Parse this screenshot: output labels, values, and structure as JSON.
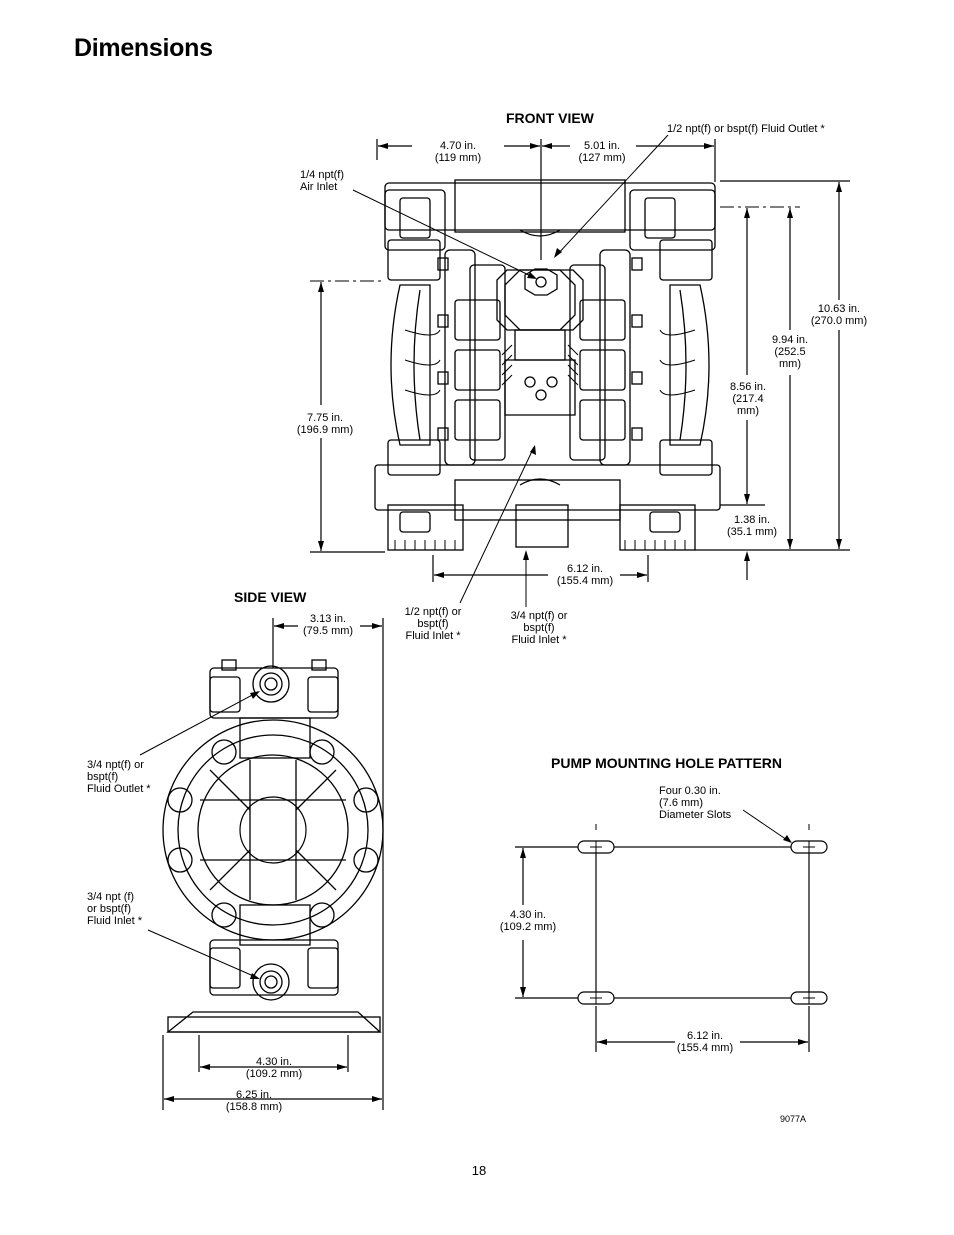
{
  "page": {
    "title": "Dimensions",
    "page_number": "18",
    "figure_id": "9077A"
  },
  "front_view": {
    "heading": "FRONT VIEW",
    "dim_left_width": "4.70 in.\n(119 mm)",
    "dim_right_width": "5.01 in.\n(127 mm)",
    "fluid_outlet": "1/2 npt(f) or bspt(f) Fluid Outlet *",
    "air_inlet": "1/4 npt(f)\nAir Inlet",
    "dim_total_height": "10.63 in.\n(270.0 mm)",
    "dim_height_2": "9.94 in.\n(252.5\nmm)",
    "dim_height_3": "8.56 in.\n(217.4\nmm)",
    "dim_left_height": "7.75 in.\n(196.9 mm)",
    "dim_base_height": "1.38 in.\n(35.1 mm)",
    "dim_base_width": "6.12 in.\n(155.4 mm)",
    "fluid_inlet_half": "1/2 npt(f) or\nbspt(f)\nFluid Inlet *",
    "fluid_inlet_three_quarter": "3/4 npt(f) or\nbspt(f)\nFluid Inlet *"
  },
  "side_view": {
    "heading": "SIDE VIEW",
    "dim_top": "3.13 in.\n(79.5 mm)",
    "fluid_outlet": "3/4 npt(f) or\nbspt(f)\nFluid Outlet *",
    "fluid_inlet": "3/4 npt (f)\nor bspt(f)\nFluid Inlet *",
    "dim_base_inner": "4.30 in.\n(109.2 mm)",
    "dim_base_outer": "6.25 in.\n(158.8 mm)"
  },
  "mounting_pattern": {
    "heading": "PUMP MOUNTING HOLE PATTERN",
    "slots_note": "Four 0.30 in.\n(7.6 mm)\nDiameter Slots",
    "dim_height": "4.30 in.\n(109.2 mm)",
    "dim_width": "6.12 in.\n(155.4 mm)"
  }
}
